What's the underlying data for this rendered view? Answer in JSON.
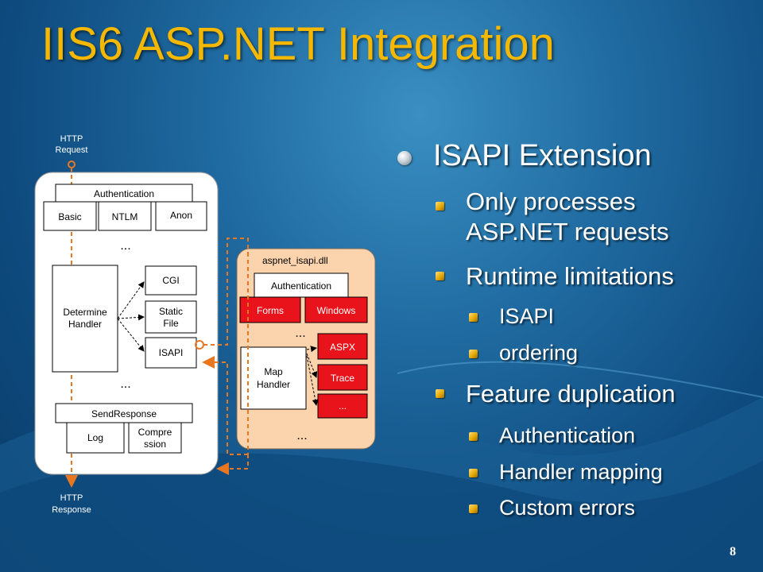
{
  "slide": {
    "title": "IIS6 ASP.NET Integration",
    "page_number": "8"
  },
  "diagram": {
    "http_request": [
      "HTTP",
      "Request"
    ],
    "http_response": [
      "HTTP",
      "Response"
    ],
    "iis": {
      "authentication": "Authentication",
      "basic": "Basic",
      "ntlm": "NTLM",
      "anon": "Anon",
      "ellipsis_top": "...",
      "determine_handler": [
        "Determine",
        "Handler"
      ],
      "cgi": "CGI",
      "static_file": [
        "Static",
        "File"
      ],
      "isapi": "ISAPI",
      "ellipsis_bottom": "...",
      "send_response": "SendResponse",
      "log": "Log",
      "compression": [
        "Compre",
        "ssion"
      ]
    },
    "aspnet": {
      "title": "aspnet_isapi.dll",
      "authentication": "Authentication",
      "forms": "Forms",
      "windows": "Windows",
      "ellipsis_mid": "...",
      "map_handler": [
        "Map",
        "Handler"
      ],
      "aspx": "ASPX",
      "trace": "Trace",
      "more": "...",
      "ellipsis_bottom": "..."
    },
    "colors": {
      "orange_arrow": "#e87722",
      "red_box": "#e8131b",
      "peach_panel": "#fbd4ad"
    }
  },
  "bullets": {
    "l1": "ISAPI Extension",
    "l2a": [
      "Only processes",
      "ASP.NET requests"
    ],
    "l2b": "Runtime limitations",
    "l3a": "ISAPI",
    "l3b": "ordering",
    "l2c": "Feature duplication",
    "l3c": "Authentication",
    "l3d": "Handler mapping",
    "l3e": "Custom errors"
  }
}
